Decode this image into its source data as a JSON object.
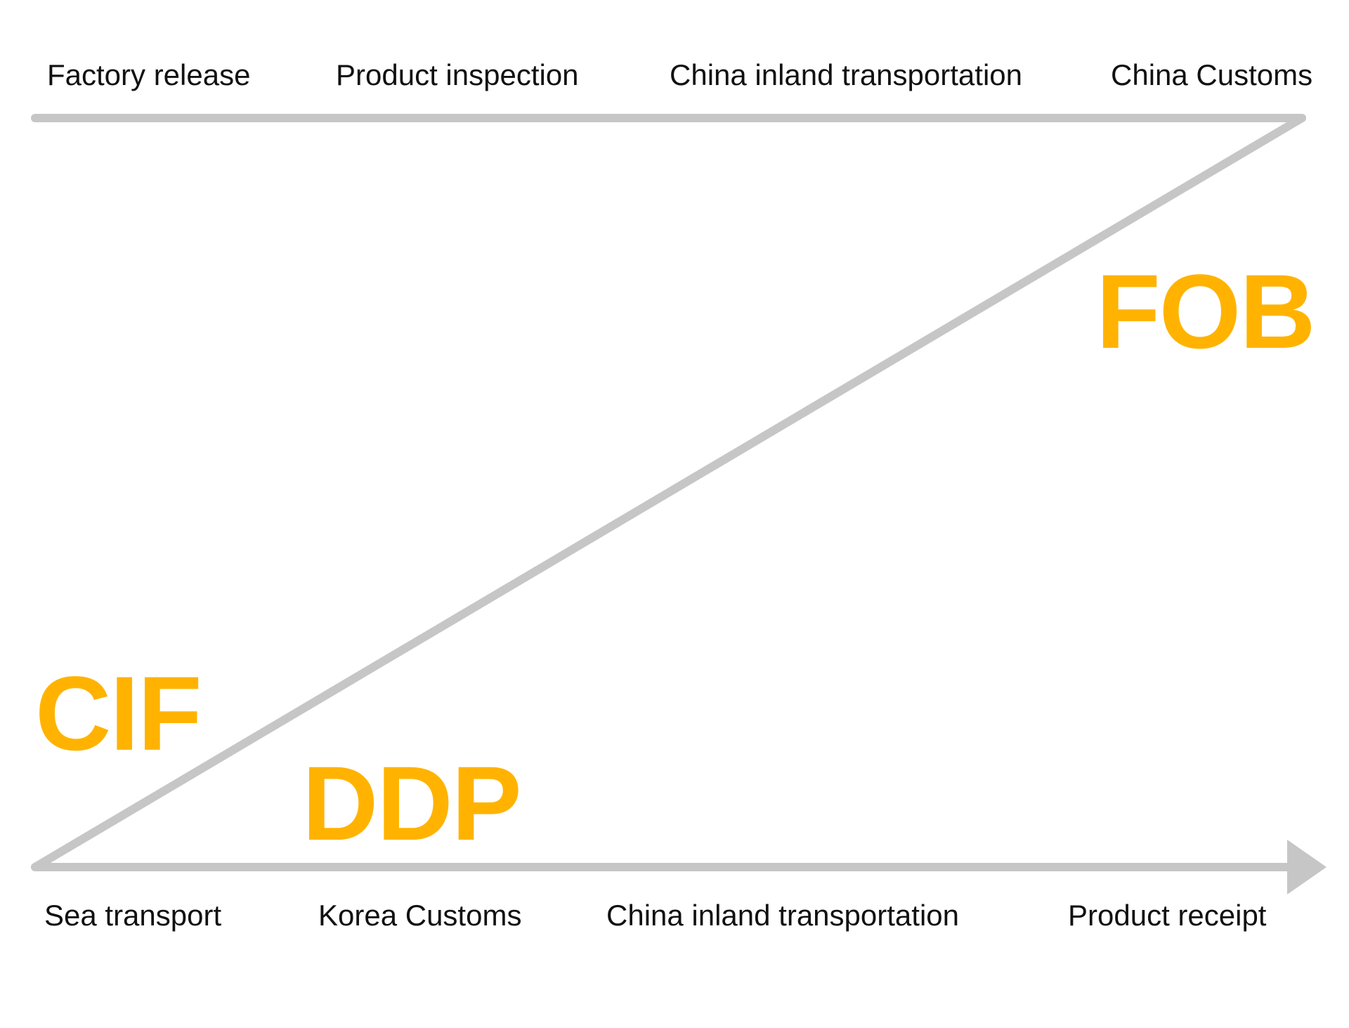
{
  "colors": {
    "line": "#c6c6c6",
    "text": "#111111",
    "term": "#ffb300"
  },
  "top_row": {
    "stages": [
      "Factory release",
      "Product inspection",
      "China inland transportation",
      "China Customs"
    ]
  },
  "bottom_row": {
    "stages": [
      "Sea transport",
      "Korea Customs",
      "China inland transportation",
      "Product receipt"
    ]
  },
  "terms": {
    "fob": "FOB",
    "cif": "CIF",
    "ddp": "DDP"
  }
}
